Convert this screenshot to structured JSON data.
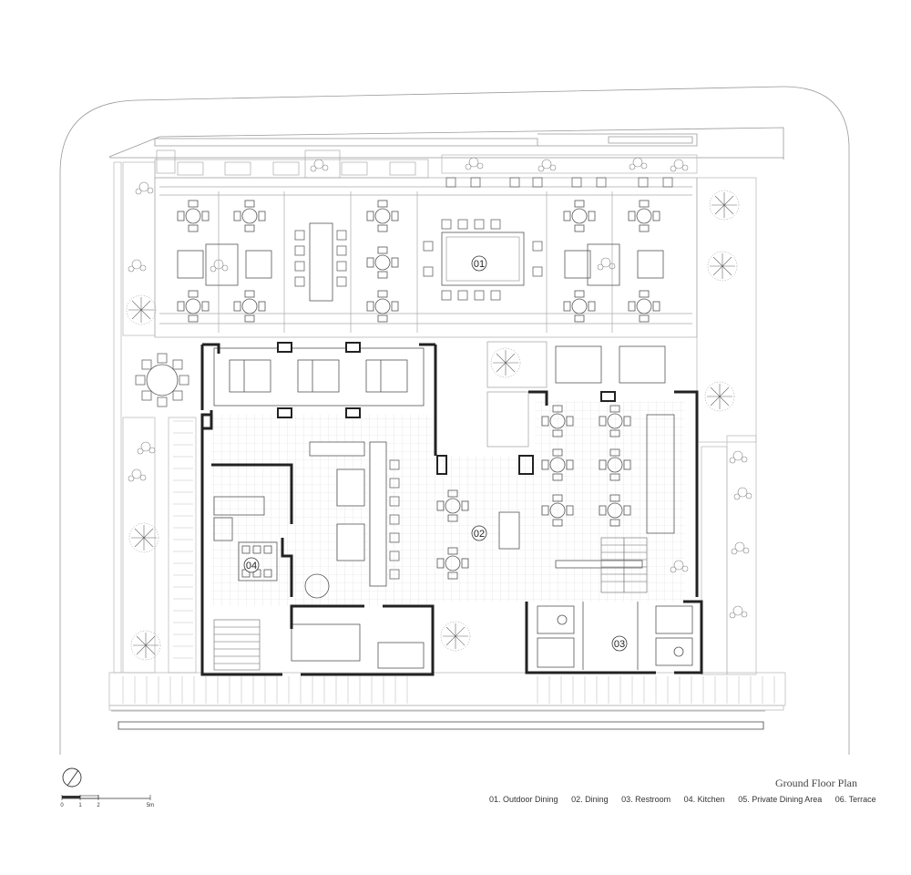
{
  "title": "Ground Floor Plan",
  "legend": [
    "01. Outdoor Dining",
    "02. Dining",
    "03. Restroom",
    "04. Kitchen",
    "05. Private Dining Area",
    "06. Terrace"
  ],
  "room_tags": [
    "01",
    "02",
    "03",
    "04"
  ],
  "scale_bar": {
    "labels": [
      "0",
      "1",
      "2",
      "5m"
    ]
  },
  "colors": {
    "line": "#555555",
    "wall": "#222222",
    "light": "#b5b5b5",
    "tile": "#d8d8d8"
  }
}
